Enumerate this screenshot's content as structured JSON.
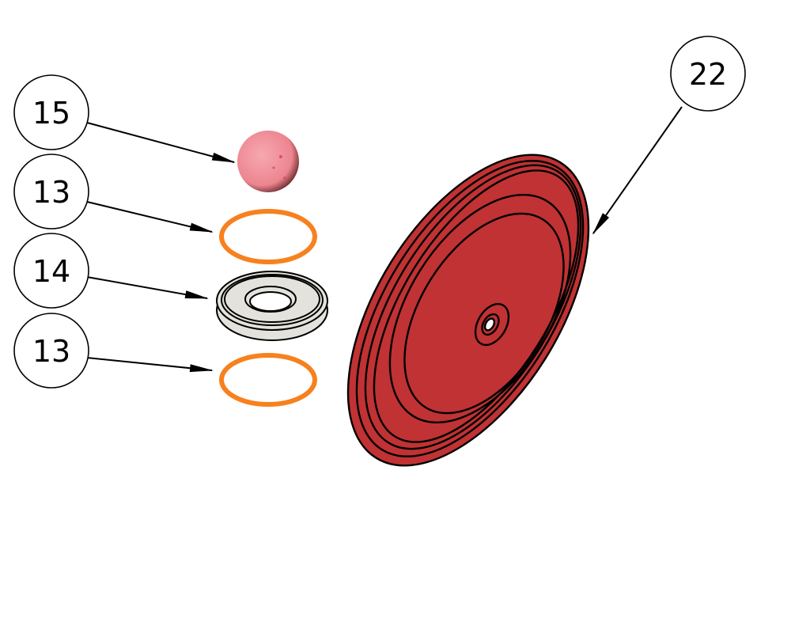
{
  "diagram": {
    "colors": {
      "diaphragm": "#c03233",
      "o_ring": "#f7811e",
      "ball": "#ef8e98",
      "seat": "#e4e2dc",
      "line": "#000000"
    },
    "callouts": [
      {
        "label": "15",
        "part": "ball"
      },
      {
        "label": "13",
        "part": "o-ring-upper"
      },
      {
        "label": "14",
        "part": "seat"
      },
      {
        "label": "13",
        "part": "o-ring-lower"
      },
      {
        "label": "22",
        "part": "diaphragm"
      }
    ]
  }
}
